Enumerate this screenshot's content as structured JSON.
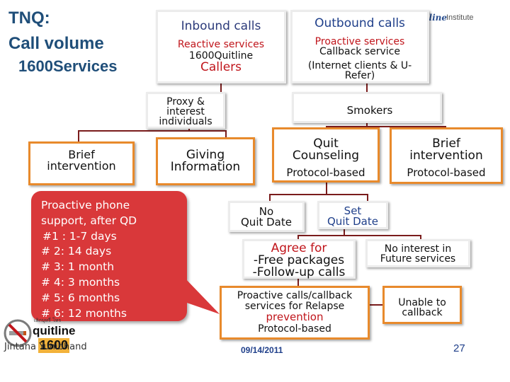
{
  "slide": {
    "title_line1": "TNQ:",
    "title_line2": "Call volume",
    "title_line3": "1600Services",
    "institute": "Institute",
    "author": "Jintana Yunibhand",
    "date": "09/14/2011",
    "page_number": "27",
    "logo_thai": "เลิกบุหรี่ โทร",
    "logo_word": "quitline",
    "logo_number": "1600"
  },
  "boxes": {
    "inbound": {
      "title": "Inbound calls",
      "line1": "Reactive services",
      "line2": "1600Quitline",
      "line3": "Callers"
    },
    "outbound": {
      "title": "Outbound calls",
      "line1": "Proactive services",
      "line2": "Callback service",
      "line3": "(Internet clients & U-",
      "line4": "Refer)"
    },
    "proxy": {
      "line1": "Proxy &",
      "line2": "interest",
      "line3": "individuals"
    },
    "smokers": {
      "label": "Smokers"
    },
    "brief_left": {
      "line1": "Brief",
      "line2": "intervention"
    },
    "giving_info": {
      "line1": "Giving",
      "line2": "Information"
    },
    "quit_counseling": {
      "line1": "Quit",
      "line2": "Counseling",
      "line3": "Protocol-based"
    },
    "brief_right": {
      "line1": "Brief",
      "line2": "intervention",
      "line3": "Protocol-based"
    },
    "no_quit_date": {
      "line1": "No",
      "line2": "Quit Date"
    },
    "set_quit_date": {
      "line1": "Set",
      "line2": "Quit Date"
    },
    "agree_for": {
      "line1": "Agree for",
      "line2": "-Free packages",
      "line3": "-Follow-up calls"
    },
    "no_interest": {
      "line1": "No interest in",
      "line2": "Future services"
    },
    "relapse": {
      "line1": "Proactive calls/callback",
      "line2": "services for Relapse",
      "line3": "prevention",
      "line4": "Protocol-based"
    },
    "unable": {
      "line1": "Unable to",
      "line2": "callback"
    }
  },
  "callout": {
    "lines": [
      "Proactive phone",
      "support, after QD",
      " #1 : 1-7 days",
      "# 2: 14 days",
      "# 3: 1 month",
      "# 4: 3 months",
      "# 5: 6 months",
      "# 6: 12 months"
    ]
  }
}
